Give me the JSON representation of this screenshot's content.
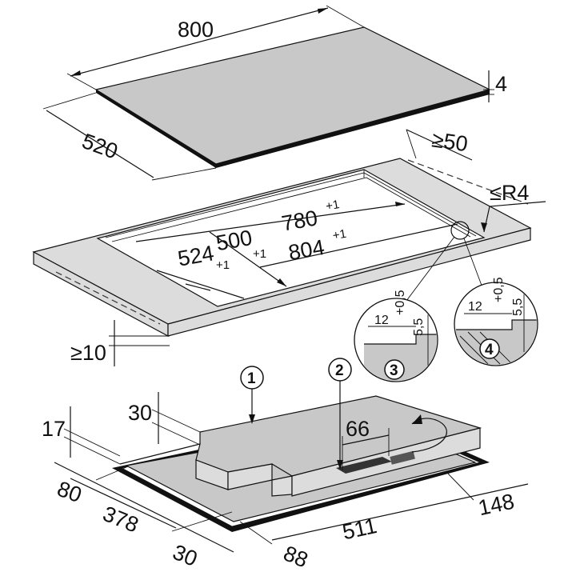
{
  "glass_top": {
    "width": "800",
    "depth": "520",
    "thickness": "4"
  },
  "worktop": {
    "side_clearance": "≥50",
    "corner_radius": "≤R4",
    "cutout_inner_width": "780",
    "cutout_inner_width_tol": "+1",
    "cutout_outer_width": "804",
    "cutout_outer_width_tol": "+1",
    "cutout_outer_depth": "524",
    "cutout_outer_depth_tol": "+1",
    "cutout_inner_depth": "500",
    "cutout_inner_depth_tol": "+1",
    "front_clearance": "≥10"
  },
  "detail_3": {
    "number": "3",
    "width": "12",
    "tolerance": "+0,5",
    "height": "5,5"
  },
  "detail_4": {
    "number": "4",
    "width": "12",
    "tolerance": "+0,5",
    "height": "5,5"
  },
  "appliance": {
    "callout_1": "1",
    "callout_2": "2",
    "step_height": "30",
    "base_height": "17",
    "connection_offset": "66",
    "front_offset": "80",
    "depth_a": "378",
    "front_30": "30",
    "offset_88": "88",
    "width_511": "511",
    "side_148": "148"
  }
}
